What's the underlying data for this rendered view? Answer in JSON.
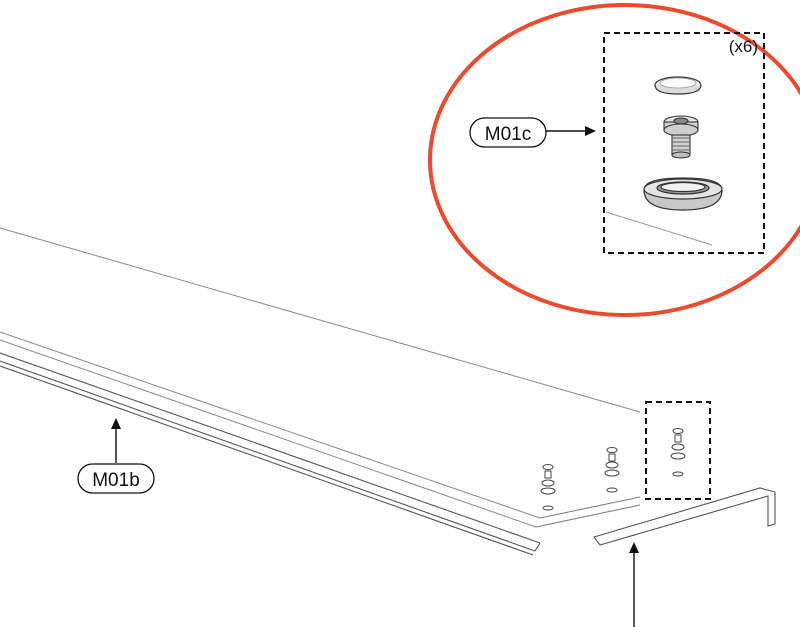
{
  "diagram": {
    "callouts": {
      "hardware_set": "M01c",
      "panel": "M01b"
    },
    "quantity": "(x6)",
    "colors": {
      "highlight_circle": "#ee4a2e",
      "line": "#555555",
      "text": "#111111"
    },
    "icons": [
      "cap-icon",
      "bolt-icon",
      "washer-icon",
      "arrow-icon"
    ]
  }
}
